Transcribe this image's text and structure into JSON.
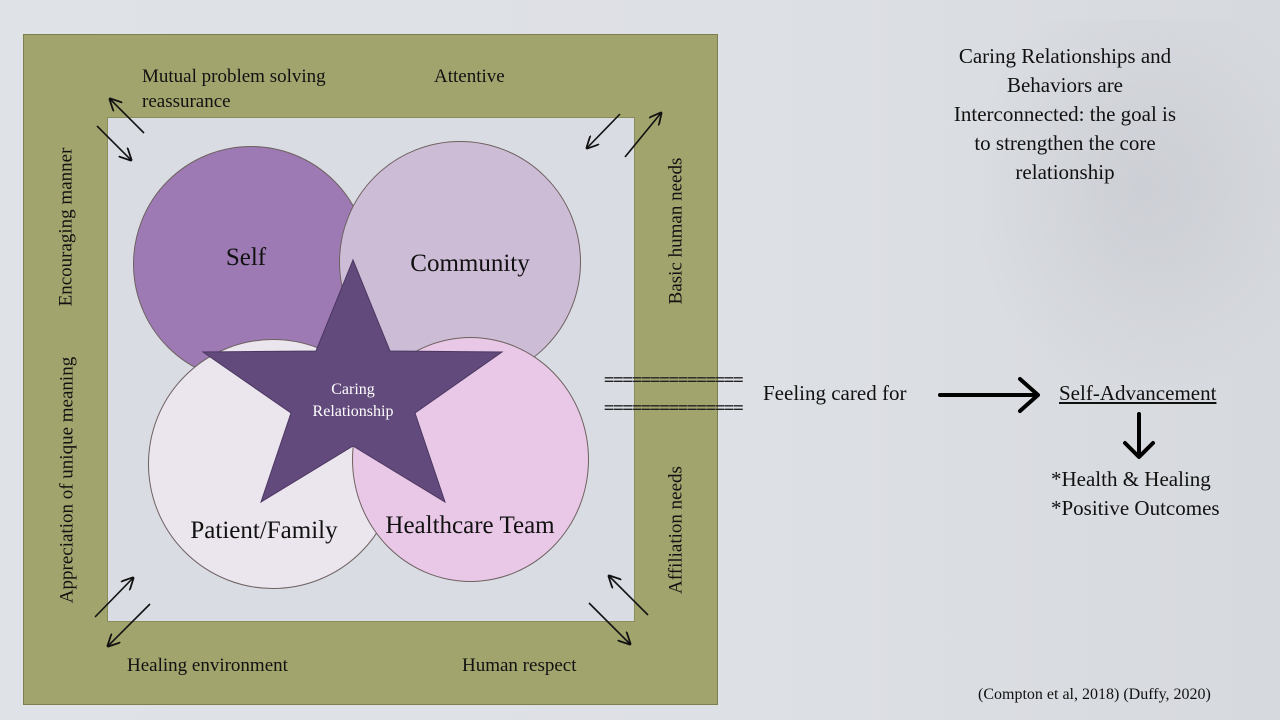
{
  "frame": {
    "top_left_label_1": "Mutual problem solving",
    "top_left_label_2": "reassurance",
    "top_right_label": "Attentive",
    "left_upper_label": "Encouraging manner",
    "left_lower_label": "Appreciation of unique meaning",
    "right_upper_label": "Basic human needs",
    "right_lower_label": "Affiliation needs",
    "bottom_left_label": "Healing environment",
    "bottom_right_label": "Human respect"
  },
  "circles": {
    "self": "Self",
    "community": "Community",
    "patient_family": "Patient/Family",
    "healthcare_team": "Healthcare Team"
  },
  "star": {
    "line1": "Caring",
    "line2": "Relationship"
  },
  "right_panel": {
    "heading_lines": [
      "Caring Relationships and",
      "Behaviors are",
      "Interconnected: the goal is",
      "to strengthen the core",
      "relationship"
    ],
    "equals_line": "===============",
    "feeling": "Feeling cared for",
    "self_advancement": "Self-Advancement",
    "outcome_1": "*Health & Healing",
    "outcome_2": "*Positive Outcomes"
  },
  "citation": "(Compton et al, 2018) (Duffy, 2020)",
  "colors": {
    "frame": "#a2a46e",
    "self": "#9d7ab3",
    "community": "#cdbcd6",
    "patient_family": "#ebe6ee",
    "healthcare_team": "#e8c8e6",
    "star": "#634a7c"
  }
}
